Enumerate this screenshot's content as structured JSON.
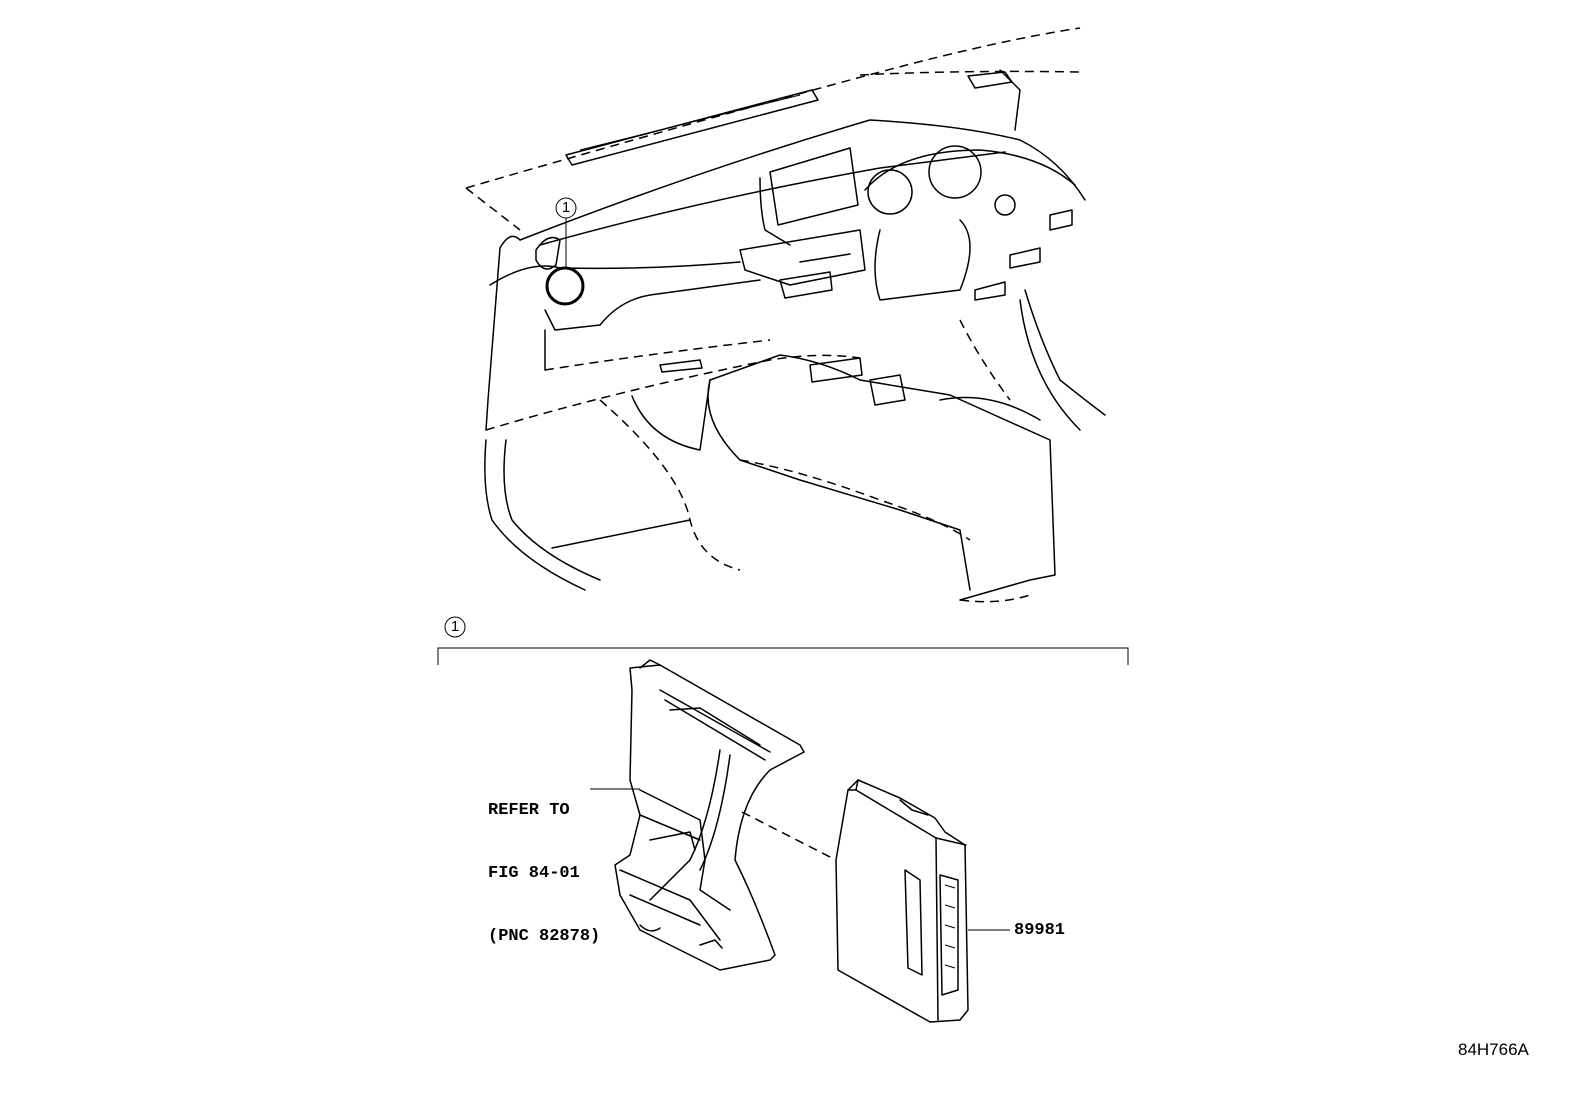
{
  "callouts": {
    "top_index": "1",
    "section_index": "1"
  },
  "labels": {
    "refer_line1": "REFER TO",
    "refer_line2": "FIG 84-01",
    "refer_line3": "(PNC 82878)",
    "part_number": "89981"
  },
  "figure_code": "84H766A"
}
